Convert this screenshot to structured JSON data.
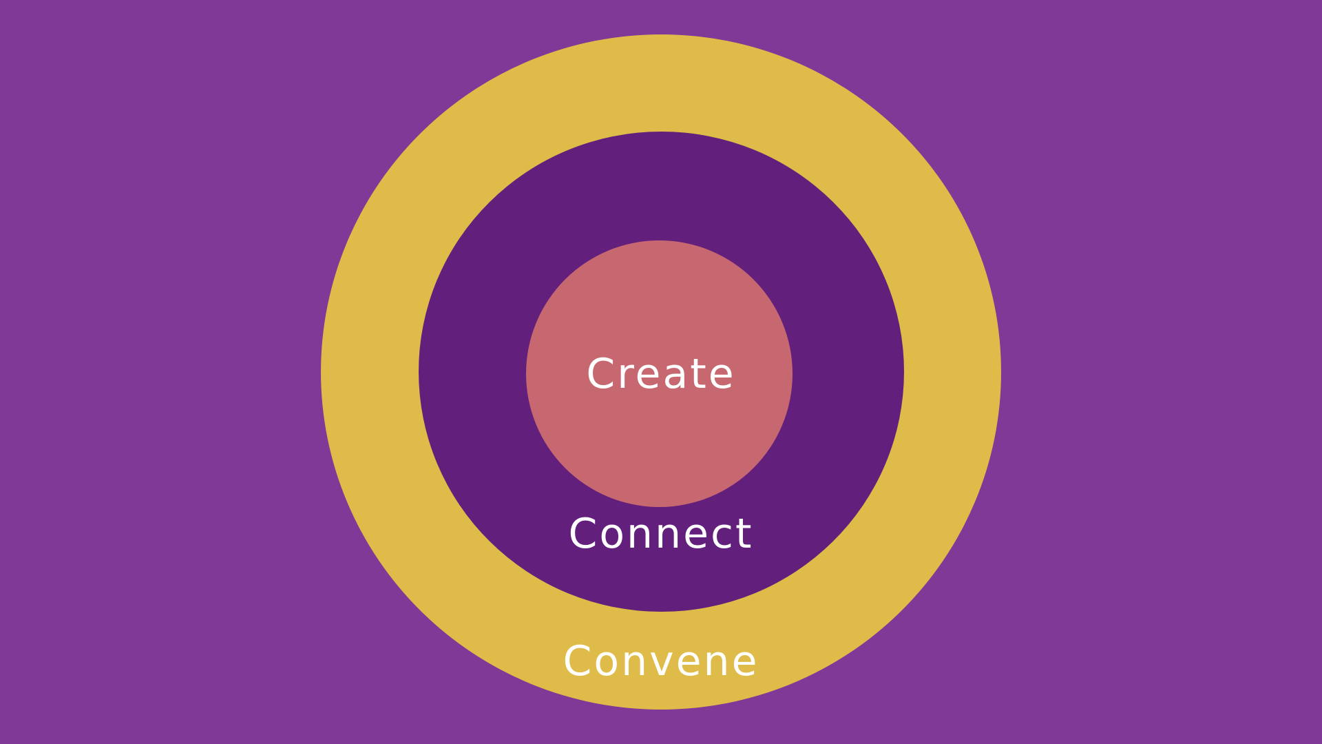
{
  "diagram": {
    "rings": [
      {
        "id": "outer",
        "label": "Convene"
      },
      {
        "id": "middle",
        "label": "Connect"
      },
      {
        "id": "inner",
        "label": "Create"
      }
    ]
  },
  "colors": {
    "background": "#7f3996",
    "outer_ring": "#dfbc49",
    "middle_ring": "#631f7c",
    "inner_circle": "#c76870",
    "label_text": "#ffffff"
  }
}
